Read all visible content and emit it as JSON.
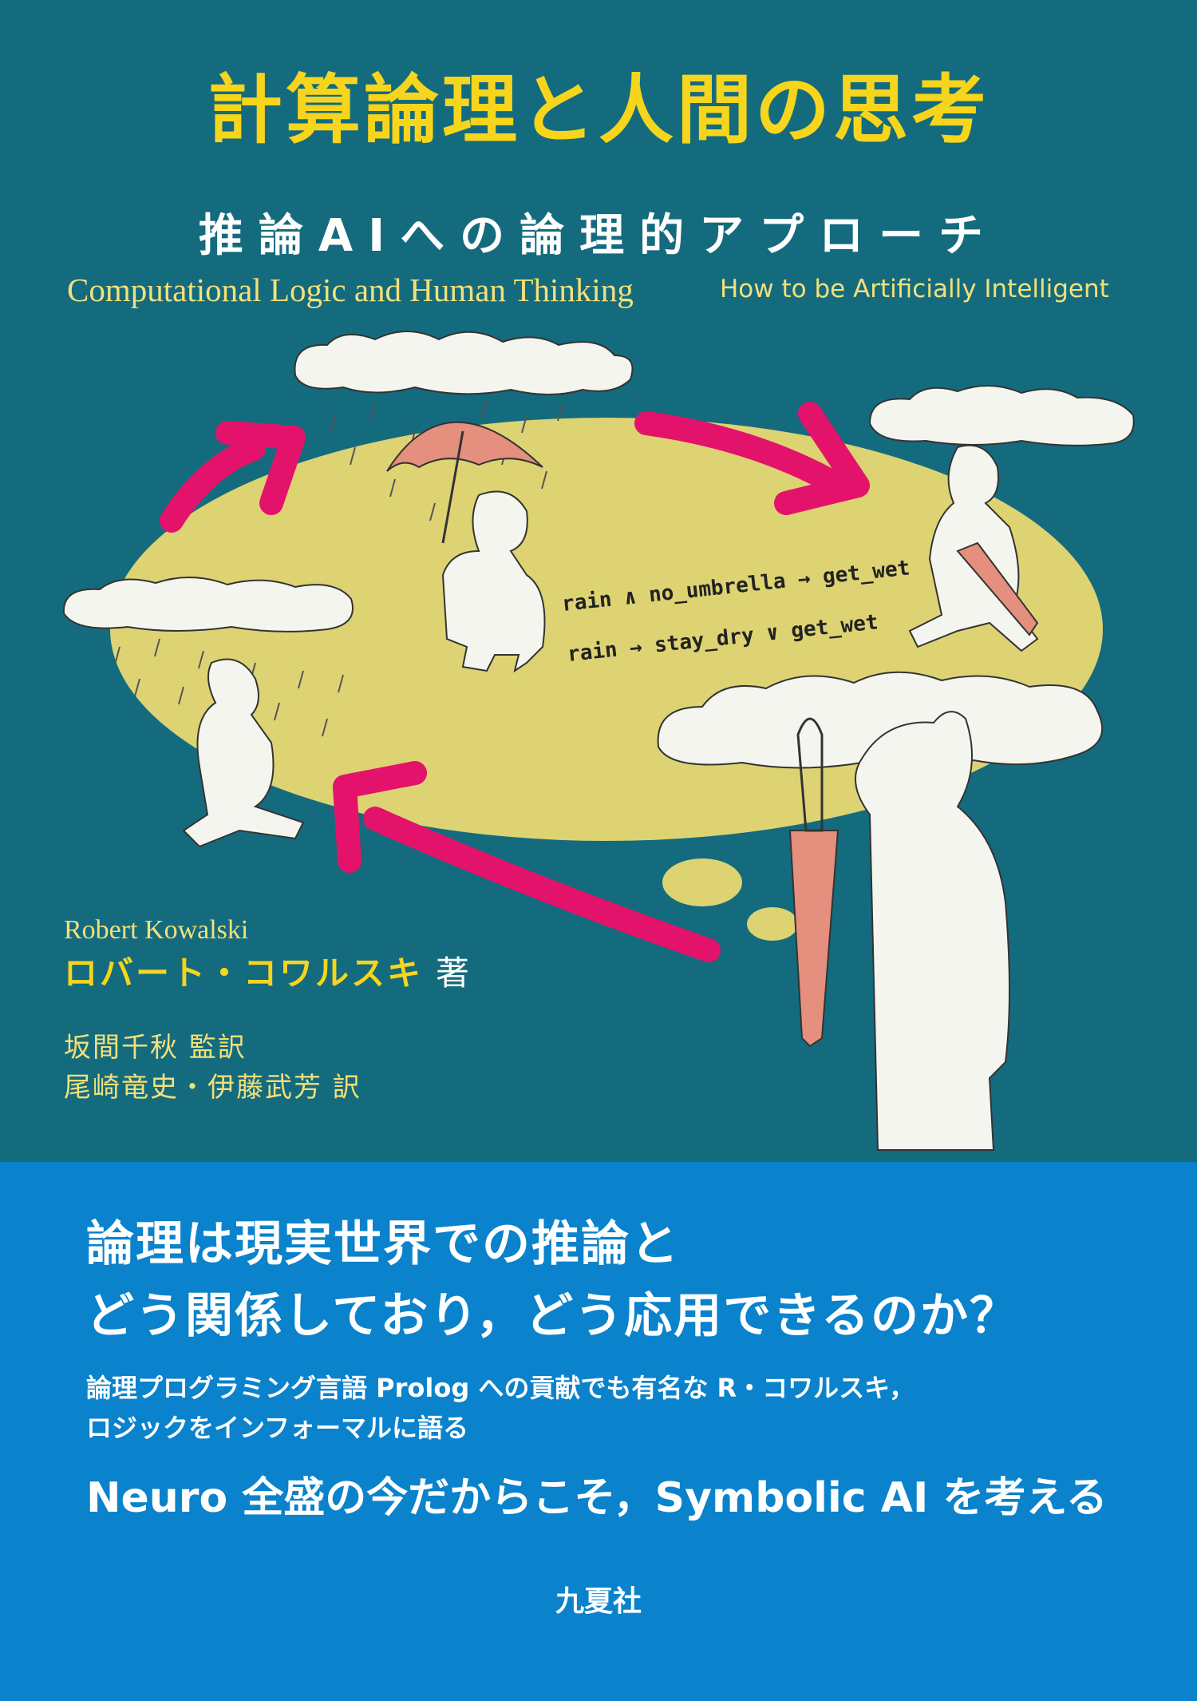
{
  "cover": {
    "title": "計算論理と人間の思考",
    "subtitle": "推論AIへの論理的アプローチ",
    "english_title": "Computational Logic and Human Thinking",
    "english_subtitle": "How to be Artificially Intelligent",
    "illustration": {
      "formula_1": "rain ∧ no_umbrella → get_wet",
      "formula_2": "rain → stay_dry ∨ get_wet"
    },
    "author_en": "Robert Kowalski",
    "author_ja": "ロバート・コワルスキ",
    "author_role": "著",
    "supervisor": "坂間千秋 監訳",
    "translators": "尾崎竜史・伊藤武芳 訳"
  },
  "obi": {
    "headline_1": "論理は現実世界での推論と",
    "headline_2": "どう関係しており，どう応用できるのか？",
    "body_1": "論理プログラミング言語 Prolog への貢献でも有名な R・コワルスキ，",
    "body_2": "ロジックをインフォーマルに語る",
    "tagline": "Neuro 全盛の今だからこそ，Symbolic AI を考える",
    "publisher": "九夏社"
  },
  "colors": {
    "cover_background": "#146b7e",
    "title_yellow": "#f6d51c",
    "thought_bubble": "#ddd373",
    "arrow_magenta": "#e3126b",
    "umbrella_salmon": "#e58f7e",
    "obi_blue": "#0a82cc"
  }
}
